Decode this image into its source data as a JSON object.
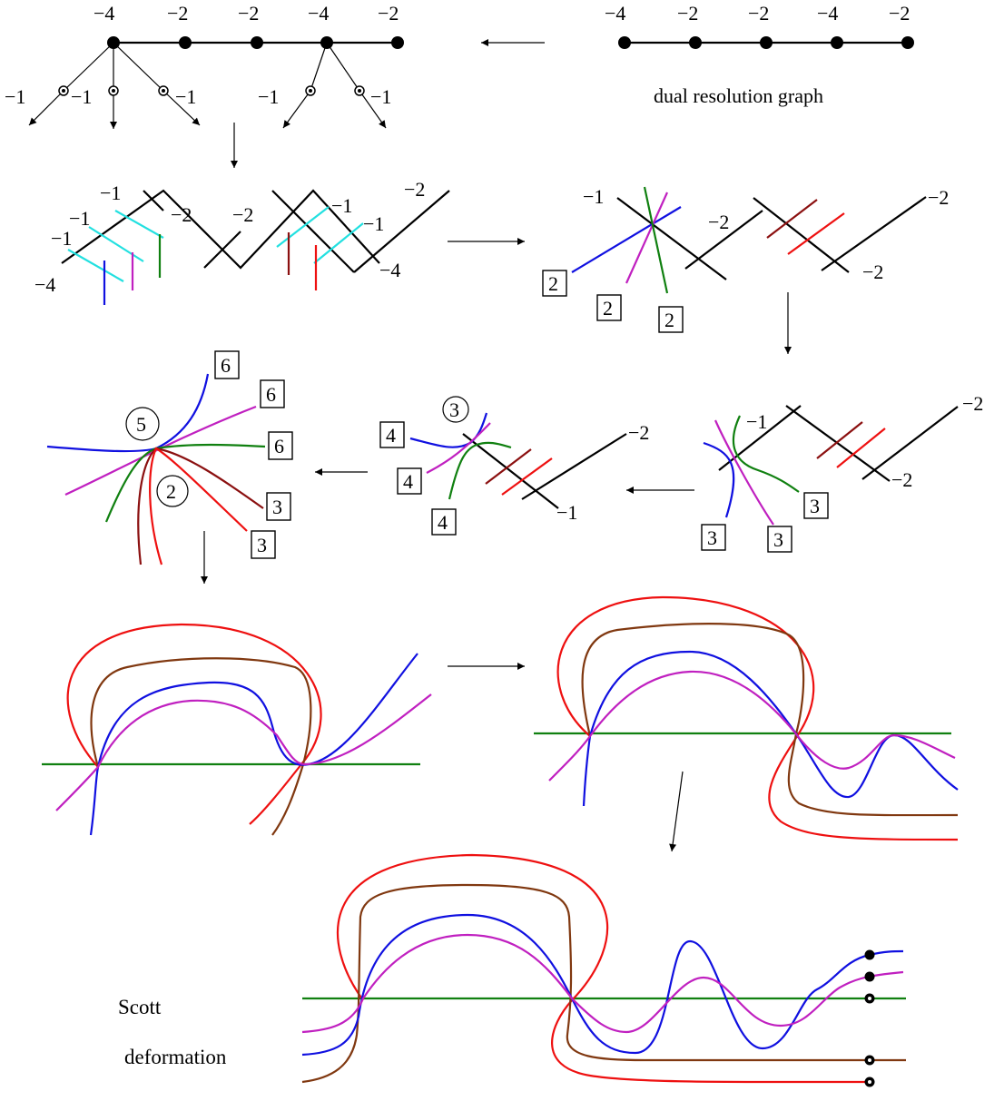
{
  "colors": {
    "black": "#000000",
    "cyan": "#22e0e0",
    "blue": "#1010e0",
    "magenta": "#c020c0",
    "green": "#108010",
    "darkred": "#8b1010",
    "red": "#ee1010",
    "brown": "#803810"
  },
  "dual_graph": {
    "weights": [
      "−4",
      "−2",
      "−2",
      "−4",
      "−2"
    ],
    "caption": "dual resolution graph"
  },
  "embedded_graph": {
    "weights": [
      "−4",
      "−2",
      "−2",
      "−4",
      "−2"
    ],
    "leaf_weights": [
      "−1",
      "−1",
      "−1",
      "−1",
      "−1"
    ]
  },
  "row2_left": {
    "labels": [
      "−1",
      "−1",
      "−1",
      "−2",
      "−2",
      "−1",
      "−1",
      "−2",
      "−4",
      "−4"
    ]
  },
  "row2_right": {
    "labels": [
      "−1",
      "−2",
      "−2",
      "−2"
    ],
    "boxes": [
      "2",
      "2",
      "2"
    ]
  },
  "row3_right": {
    "labels": [
      "−1",
      "−2",
      "−2"
    ],
    "boxes": [
      "3",
      "3",
      "3"
    ]
  },
  "row3_mid": {
    "labels": [
      "−2",
      "−1"
    ],
    "boxes": [
      "4",
      "4",
      "4"
    ],
    "circle": "3"
  },
  "row3_left": {
    "boxes": [
      "6",
      "6",
      "6",
      "3",
      "3"
    ],
    "circles": [
      "5",
      "2"
    ]
  },
  "scott": {
    "line1": "Scott",
    "line2": "deformation"
  }
}
